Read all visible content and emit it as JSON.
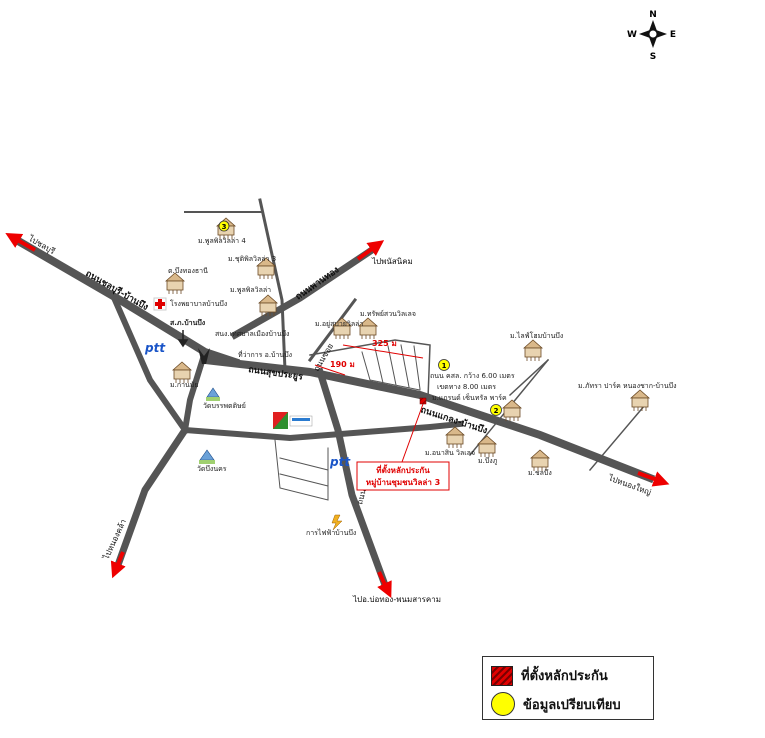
{
  "compass": {
    "n": "N",
    "s": "S",
    "e": "E",
    "w": "W"
  },
  "roads": {
    "chonburi_banbueng": "ถนนชลบุรี-บ้านบึง",
    "sukprayoon": "ถนนสุขประยูร",
    "klaeng_banbueng": "ถนนแกลง-บ้านบึง",
    "panthong": "ถนนพานทอง",
    "soi": "ถนนซอย",
    "kongkaew": "ถนนคลองกิ่ว"
  },
  "directions": {
    "to_chonburi": "ไปชลบุรี",
    "to_phanat_nikhom": "ไปพนัสนิคม",
    "to_nong_yai": "ไปหนองใหญ่",
    "to_nong_khla": "ไปหนองคล้า",
    "to_bo_thong": "ไปอ.บ่อทอง-พนมสารคาม"
  },
  "places": {
    "pool_villa4": "ม.พูลพิลวิลล่า 4",
    "chutiwilla3": "ม.ชุติพิลวิลล่า 3",
    "bung_thongthani": "ต.บึงทองธานี",
    "pool_villa": "ม.พูลพิลวิลล่า",
    "hospital": "โรงพยาบาลบ้านบึง",
    "police": "ส.ภ.บ้านบึง",
    "municipal": "สนง.เทศบาลเมืองบ้านบึง",
    "district": "ที่ว่าการ อ.บ้านบึง",
    "ban_suan": "ม.ทรัพย์สวนวิลเลจ",
    "yu_sabai": "ม.อยู่สบายวิลล่า",
    "lighthouse": "ม.ไลฟ์โฮมบ้านบึง",
    "pattara": "ม.ภัทรา ปาร์ค หนองชาก-บ้านบึง",
    "kanmai": "ม.กานมัย",
    "wat": "วัดบรรพตติษย์",
    "kasem_baan": "ม.แกรนด์ เซ็นทรัล พาร์ค",
    "anasinwillage": "ม.อนาสิน วิลเลจ",
    "bueng_phu": "ม.บึงภู",
    "chon_bueng": "ม.ชลบึง",
    "wat_bueng": "วัดบึงนคร",
    "pea": "การไฟฟ้าบ้านบึง"
  },
  "measurements": {
    "d325": "325 ม",
    "d190": "190 ม",
    "road_width": "ถนน คสล. กว้าง 6.00 เมตร",
    "shoulder": "เขตทาง 8.00 เมตร"
  },
  "markers": {
    "m1": "1",
    "m2": "2",
    "m3": "3"
  },
  "brands": {
    "ptt": "ptt"
  },
  "callout": {
    "line1": "ที่ตั้งหลักประกัน",
    "line2": "หมู่บ้านชุมชนวิลล่า 3"
  },
  "legend": {
    "collateral": "ที่ตั้งหลักประกัน",
    "comparison": "ข้อมูลเปรียบเทียบ"
  },
  "colors": {
    "road": "#555555",
    "arrow": "#ee0000",
    "marker": "#ffff00",
    "ptt": "#1a55c8"
  }
}
